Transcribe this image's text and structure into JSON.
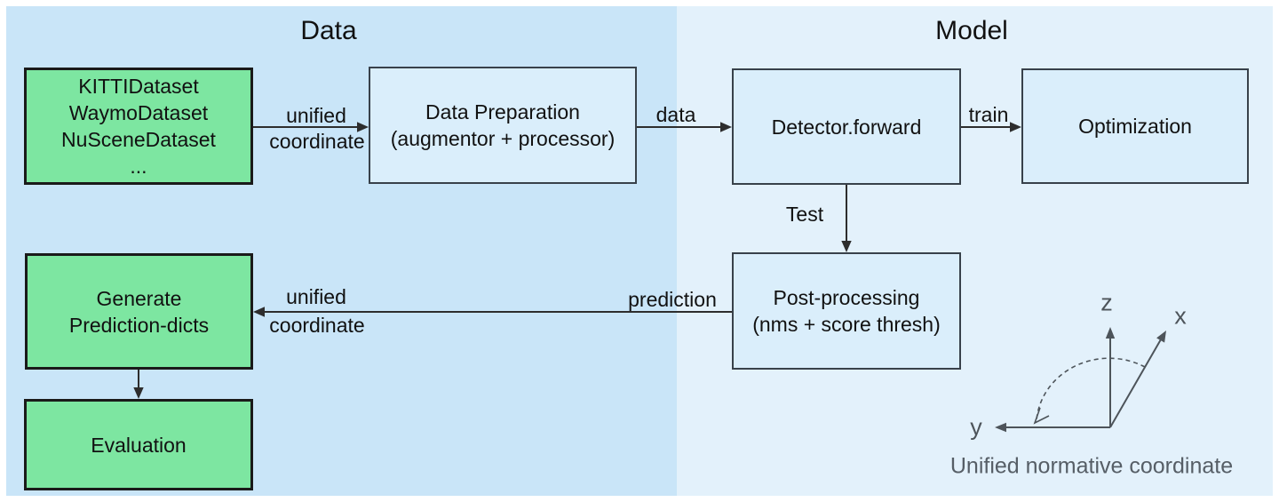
{
  "titles": {
    "data": "Data",
    "model": "Model"
  },
  "boxes": {
    "datasets": {
      "text": "KITTIDataset\nWaymoDataset\nNuSceneDataset\n..."
    },
    "data_preparation": {
      "text": "Data Preparation\n(augmentor + processor)"
    },
    "detector": {
      "text": "Detector.forward"
    },
    "optimization": {
      "text": "Optimization"
    },
    "post_processing": {
      "text": "Post-processing\n(nms + score thresh)"
    },
    "generate_prediction": {
      "text": "Generate\nPrediction-dicts"
    },
    "evaluation": {
      "text": "Evaluation"
    }
  },
  "edges": {
    "unified_top": {
      "line1": "unified",
      "line2": "coordinate"
    },
    "data": {
      "label": "data"
    },
    "train": {
      "label": "train"
    },
    "test": {
      "label": "Test"
    },
    "prediction": {
      "label": "prediction"
    },
    "unified_bottom": {
      "line1": "unified",
      "line2": "coordinate"
    }
  },
  "axes": {
    "z": "z",
    "x": "x",
    "y": "y",
    "caption": "Unified normative coordinate"
  },
  "colors": {
    "left-bg": "#c9e5f8",
    "right-bg": "#e3f1fb",
    "box-fill": "#daeefb",
    "box-border": "#38414a",
    "green-fill": "#7de6a1",
    "green-border": "#1a1a1a",
    "arrow": "#2d2d2d",
    "axis": "#4d545a",
    "caption-text": "#565e66"
  }
}
